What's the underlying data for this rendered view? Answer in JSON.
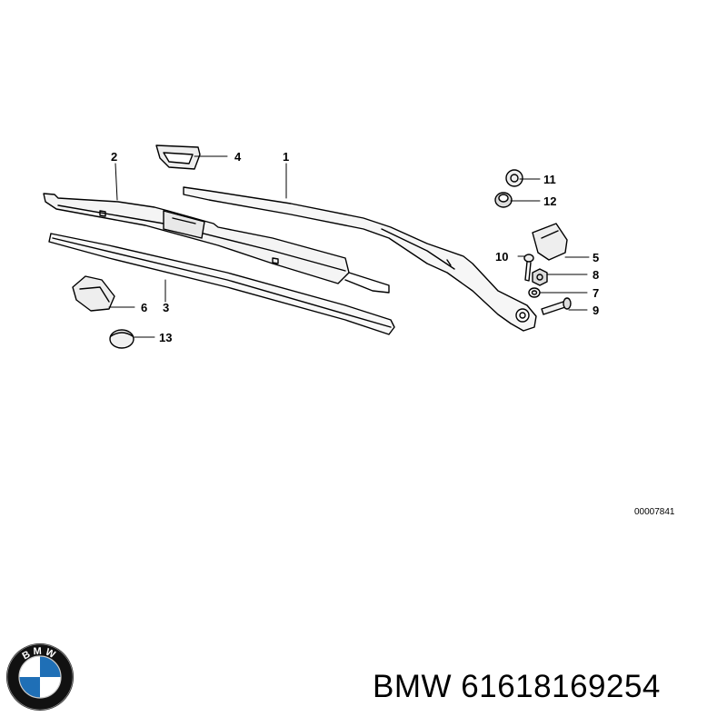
{
  "callouts": {
    "c1": "1",
    "c2": "2",
    "c3": "3",
    "c4": "4",
    "c5": "5",
    "c6": "6",
    "c7": "7",
    "c8": "8",
    "c9": "9",
    "c10": "10",
    "c11": "11",
    "c12": "12",
    "c13": "13"
  },
  "reference_code": "00007841",
  "caption": {
    "brand": "BMW",
    "part_number": "61618169254"
  },
  "logo": {
    "text": "BMW",
    "colors": {
      "blue": "#1f6fb6",
      "white": "#ffffff",
      "ring": "#111111"
    }
  }
}
